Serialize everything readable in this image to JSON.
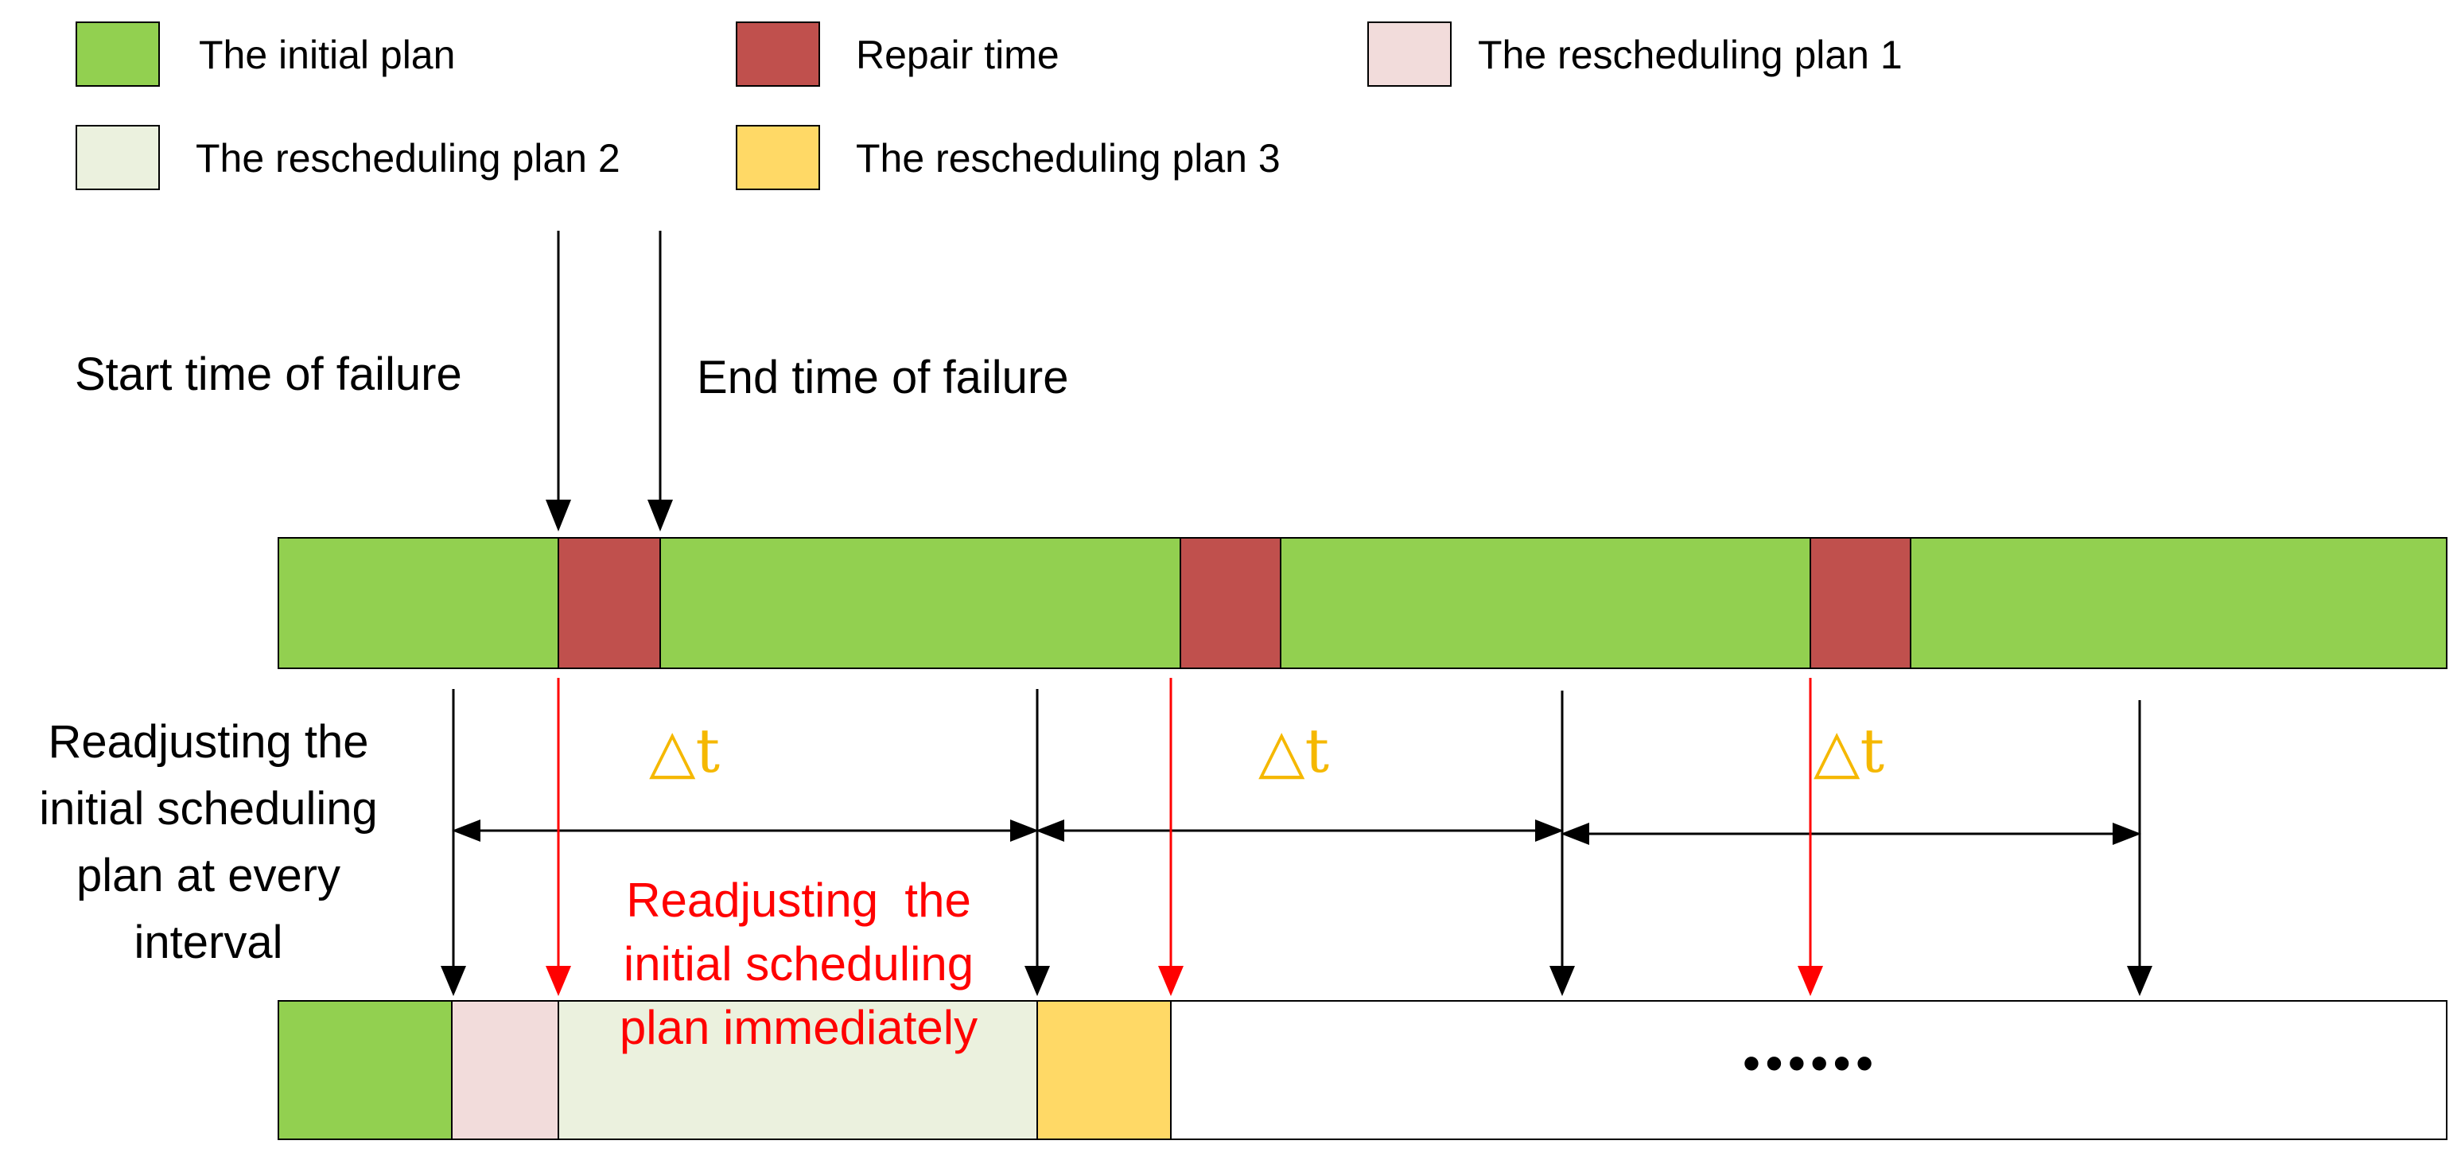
{
  "legend": {
    "initial_plan": "The initial plan",
    "repair_time": "Repair time",
    "resched_1": "The rescheduling plan 1",
    "resched_2": "The rescheduling plan 2",
    "resched_3": "The rescheduling plan 3"
  },
  "labels": {
    "start_failure": "Start time of failure",
    "end_failure": "End time of failure",
    "delta_t": "△t",
    "readjust_interval": [
      "Readjusting the",
      "initial scheduling",
      "plan at every",
      "interval"
    ],
    "readjust_immediate": [
      "Readjusting  the",
      "initial scheduling",
      "plan immediately"
    ],
    "ellipsis": "••••••"
  },
  "colors": {
    "initial_plan": "#92D050",
    "repair_time": "#C0504D",
    "resched_1": "#F2DCDB",
    "resched_2": "#EBF1DE",
    "resched_3": "#FFD966",
    "red_arrow": "#FF0000",
    "delta_text": "#F5B800",
    "black": "#000000"
  }
}
